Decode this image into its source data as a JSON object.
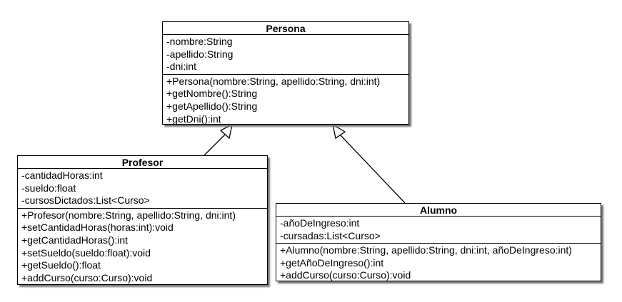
{
  "persona": {
    "name": "Persona",
    "attributes": [
      "-nombre:String",
      "-apellido:String",
      "-dni:int"
    ],
    "methods": [
      "+Persona(nombre:String, apellido:String, dni:int)",
      "+getNombre():String",
      "+getApellido():String",
      "+getDni():int"
    ]
  },
  "profesor": {
    "name": "Profesor",
    "attributes": [
      "-cantidadHoras:int",
      "-sueldo:float",
      "-cursosDictados:List<Curso>"
    ],
    "methods": [
      "+Profesor(nombre:String, apellido:String, dni:int)",
      "+setCantidadHoras(horas:int):void",
      "+getCantidadHoras():int",
      "+setSueldo(sueldo:float):void",
      "+getSueldo():float",
      "+addCurso(curso:Curso):void"
    ]
  },
  "alumno": {
    "name": "Alumno",
    "attributes": [
      "-añoDeIngreso:int",
      "-cursadas:List<Curso>"
    ],
    "methods": [
      "+Alumno(nombre:String, apellido:String, dni:int, añoDeIngreso:int)",
      "+getAñoDeIngreso():int",
      "+addCurso(curso:Curso):void"
    ]
  }
}
